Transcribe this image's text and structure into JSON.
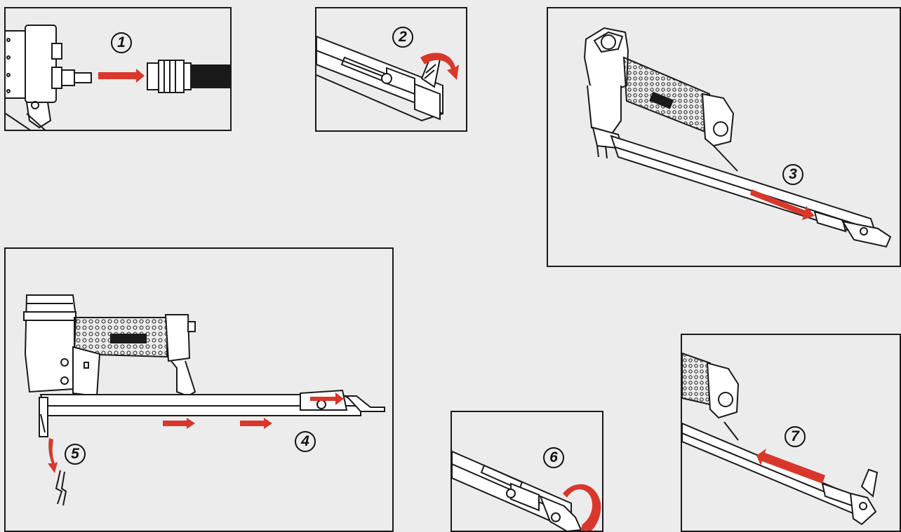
{
  "steps": [
    {
      "id": "1",
      "label": "1"
    },
    {
      "id": "2",
      "label": "2"
    },
    {
      "id": "3",
      "label": "3"
    },
    {
      "id": "4",
      "label": "4"
    },
    {
      "id": "5",
      "label": "5"
    },
    {
      "id": "6",
      "label": "6"
    },
    {
      "id": "7",
      "label": "7"
    }
  ],
  "colors": {
    "background": "#ececec",
    "line": "#1a1a1a",
    "arrow": "#d9372b"
  },
  "icons": [
    "stapler-icon",
    "air-fitting-icon",
    "hose-icon",
    "latch-lever-icon",
    "magazine-rail-icon",
    "staple-strip-icon"
  ]
}
